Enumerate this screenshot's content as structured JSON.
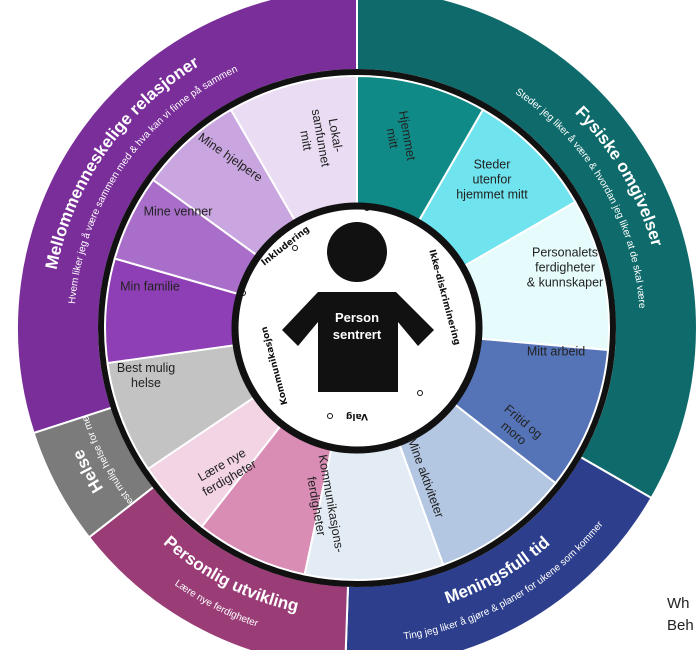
{
  "colors": {
    "purple": "#7a2e9a",
    "teal": "#0f6b6b",
    "blue": "#2d3f8c",
    "magenta": "#9a3c75",
    "grey": "#7b7b7b",
    "ring": "#111111",
    "hub": "#ffffff",
    "person": "#111111"
  },
  "quadrants": [
    {
      "key": "relasjoner",
      "title": "Mellommenneskelige relasjoner",
      "subtitle": "Hvem liker jeg å være sammen med & hva kan vi finne på sammen",
      "color": "#7a2e9a"
    },
    {
      "key": "omgivelser",
      "title": "Fysiske omgivelser",
      "subtitle": "Steder jeg liker å være & hvordan jeg liker at de skal være",
      "color": "#0f6b6b"
    },
    {
      "key": "tid",
      "title": "Meningsfull tid",
      "subtitle": "Ting jeg liker å gjøre & planer for ukene som kommer",
      "color": "#2d3f8c"
    },
    {
      "key": "utvikling",
      "title": "Personlig utvikling",
      "subtitle": "Lære nye ferdigheter",
      "color": "#9a3c75"
    },
    {
      "key": "helse",
      "title": "Helse",
      "subtitle": "Best mulig helse for meg",
      "color": "#7b7b7b"
    }
  ],
  "segments": [
    {
      "label": "Min familie",
      "color": "#8f3fb5"
    },
    {
      "label": "Mine venner",
      "color": "#a96ec9"
    },
    {
      "label": "Mine hjelpere",
      "color": "#c9a6df"
    },
    {
      "label": "Lokal-samfunnet mitt",
      "color": "#eadcf2"
    },
    {
      "label": "Hjemmet mitt",
      "color": "#0f8a86"
    },
    {
      "label": "Steder utenfor hjemmet mitt",
      "color": "#6fe3ee"
    },
    {
      "label": "Personalets ferdigheter & kunnskaper",
      "color": "#e6fbfc"
    },
    {
      "label": "Mitt arbeid",
      "color": "#5574b8"
    },
    {
      "label": "Fritid og moro",
      "color": "#b3c6e2"
    },
    {
      "label": "Mine aktiviteter",
      "color": "#e3ebf5"
    },
    {
      "label": "Kommunikasjons-ferdigheter",
      "color": "#d98cb4"
    },
    {
      "label": "Lære nye ferdigheter",
      "color": "#f2d4e4"
    },
    {
      "label": "Best mulig helse",
      "color": "#c3c3c3"
    }
  ],
  "hub": {
    "center_label": "Person sentrert",
    "ring_words": [
      "Inkludering",
      "Ikke-diskriminering",
      "Valg",
      "Kommunikasjon"
    ]
  },
  "corner_text": [
    "Wh",
    "Beh"
  ]
}
